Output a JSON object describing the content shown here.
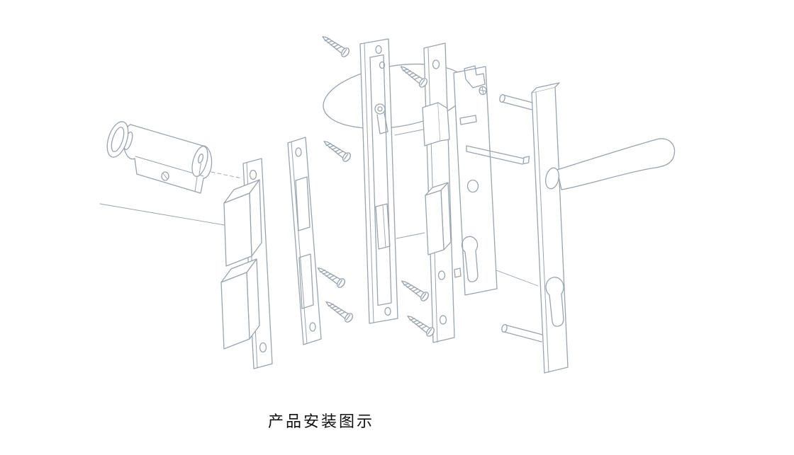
{
  "diagram": {
    "caption": "产品安装图示",
    "line_color": "#9aa4ad",
    "caption_color": "#111111",
    "background": "#ffffff",
    "parts": [
      "lock-cylinder-with-thumbturn",
      "strike-plate",
      "strike-box-upper",
      "strike-box-lower",
      "strike-plate-with-cutouts",
      "cover-faceplate-frame",
      "mortise-lock-body",
      "latch-bolt",
      "deadbolt",
      "spindle-bar",
      "handle-escutcheon-plate",
      "lever-handle",
      "mounting-screws"
    ]
  }
}
